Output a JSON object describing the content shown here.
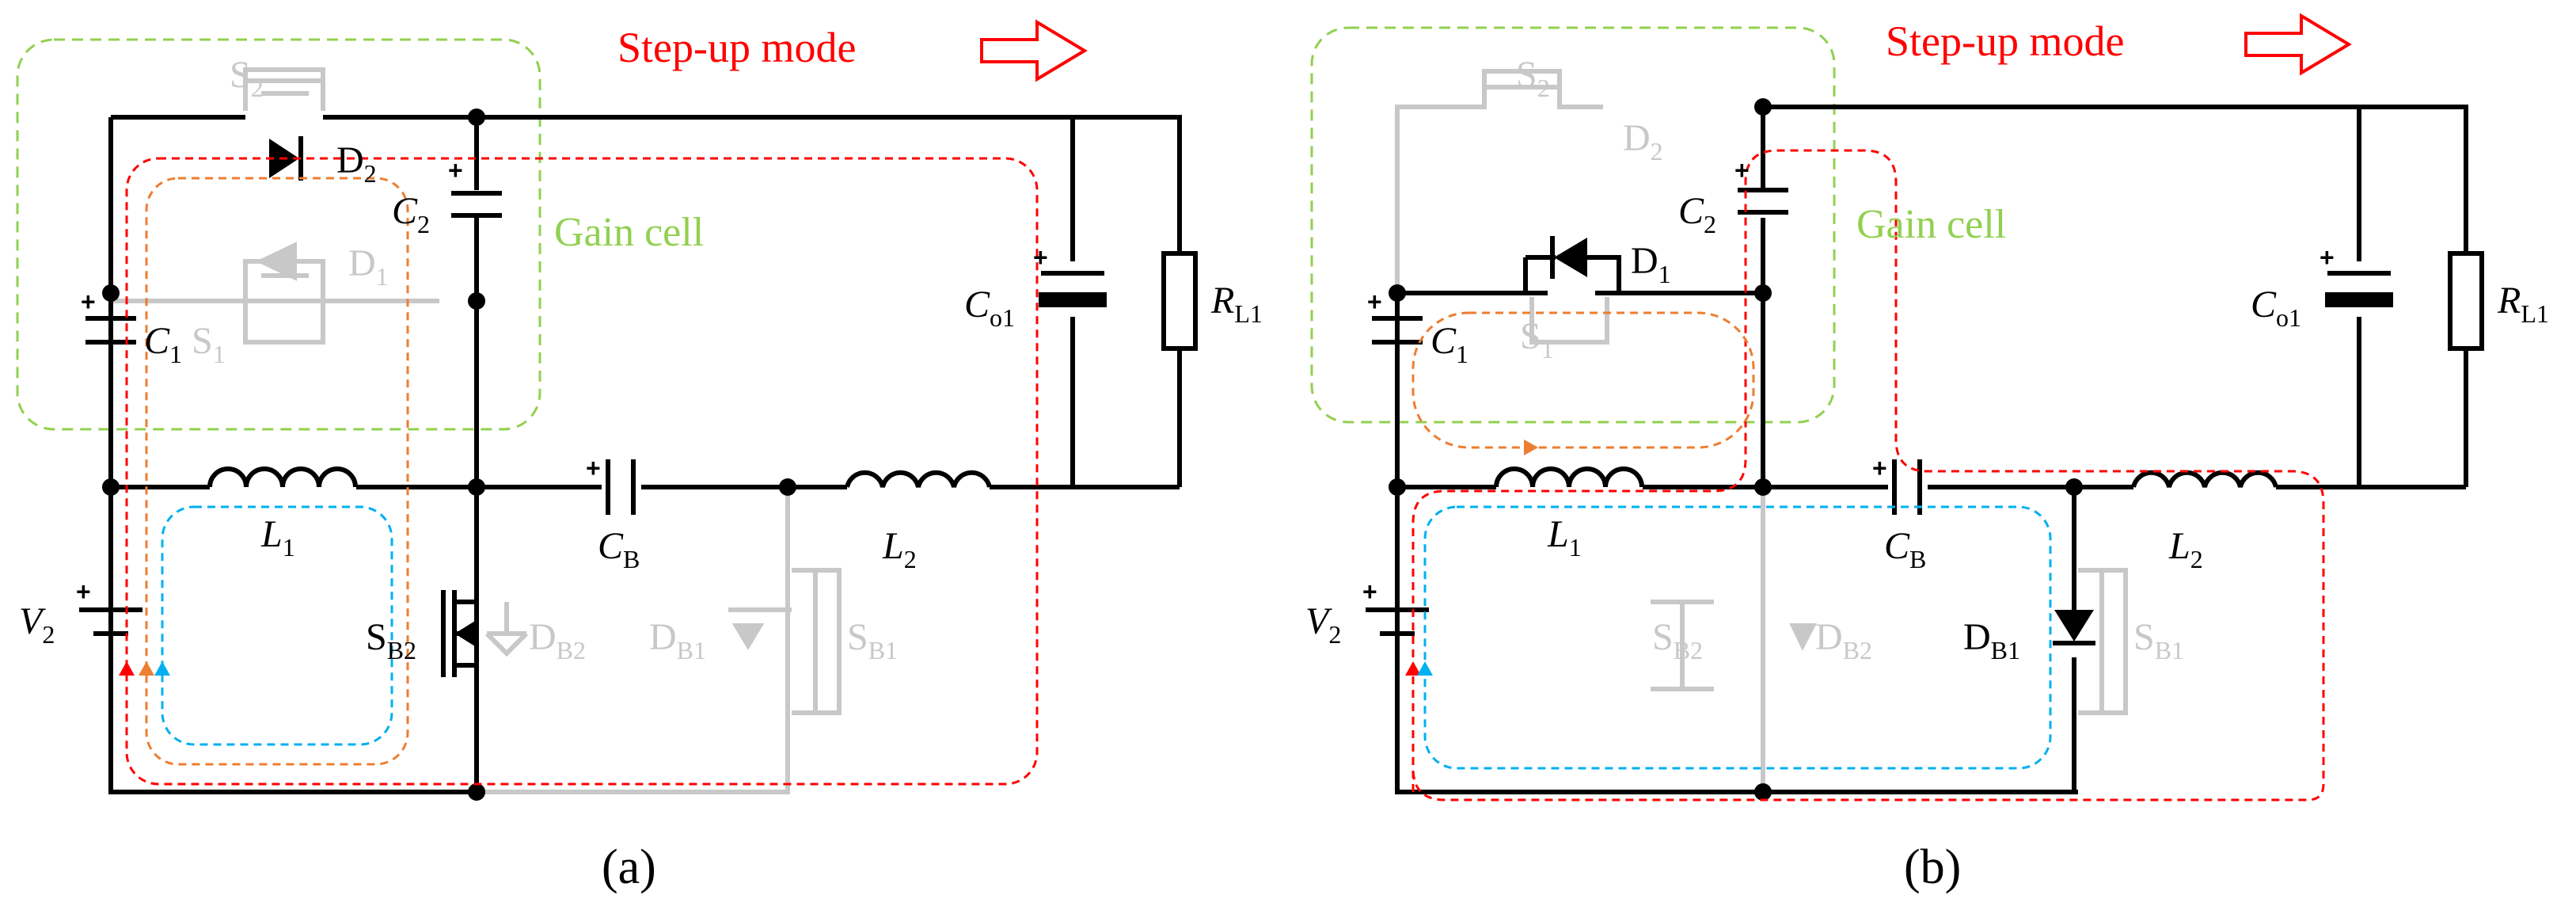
{
  "colors": {
    "wire": "#000000",
    "inactive": "#c8c8c8",
    "gain_box": "#92d050",
    "gain_text": "#92d050",
    "mode_text": "#ff0000",
    "path_red": "#ff0000",
    "path_orange": "#ed7d31",
    "path_blue": "#00b0f0"
  },
  "panel_a": {
    "caption": "(a)",
    "mode": "Step-up mode",
    "gain_cell": "Gain cell",
    "components": {
      "S2": {
        "main": "S",
        "sub": "2"
      },
      "D2": {
        "main": "D",
        "sub": "2"
      },
      "C2": {
        "main": "C",
        "sub": "2"
      },
      "D1": {
        "main": "D",
        "sub": "1"
      },
      "S1": {
        "main": "S",
        "sub": "1"
      },
      "C1": {
        "main": "C",
        "sub": "1"
      },
      "L1": {
        "main": "L",
        "sub": "1"
      },
      "V2": {
        "main": "V",
        "sub": "2"
      },
      "SB2": {
        "main": "S",
        "sub": "B2"
      },
      "DB2": {
        "main": "D",
        "sub": "B2"
      },
      "DB1": {
        "main": "D",
        "sub": "B1"
      },
      "SB1": {
        "main": "S",
        "sub": "B1"
      },
      "CB": {
        "main": "C",
        "sub": "B"
      },
      "L2": {
        "main": "L",
        "sub": "2"
      },
      "Co1": {
        "main": "C",
        "sub": "o1"
      },
      "RL1": {
        "main": "R",
        "sub": "L1"
      }
    }
  },
  "panel_b": {
    "caption": "(b)",
    "mode": "Step-up mode",
    "gain_cell": "Gain cell",
    "components": {
      "S2": {
        "main": "S",
        "sub": "2"
      },
      "D2": {
        "main": "D",
        "sub": "2"
      },
      "C2": {
        "main": "C",
        "sub": "2"
      },
      "D1": {
        "main": "D",
        "sub": "1"
      },
      "S1": {
        "main": "S",
        "sub": "1"
      },
      "C1": {
        "main": "C",
        "sub": "1"
      },
      "L1": {
        "main": "L",
        "sub": "1"
      },
      "V2": {
        "main": "V",
        "sub": "2"
      },
      "SB2": {
        "main": "S",
        "sub": "B2"
      },
      "DB2": {
        "main": "D",
        "sub": "B2"
      },
      "DB1": {
        "main": "D",
        "sub": "B1"
      },
      "SB1": {
        "main": "S",
        "sub": "B1"
      },
      "CB": {
        "main": "C",
        "sub": "B"
      },
      "L2": {
        "main": "L",
        "sub": "2"
      },
      "Co1": {
        "main": "C",
        "sub": "o1"
      },
      "RL1": {
        "main": "R",
        "sub": "L1"
      }
    }
  }
}
